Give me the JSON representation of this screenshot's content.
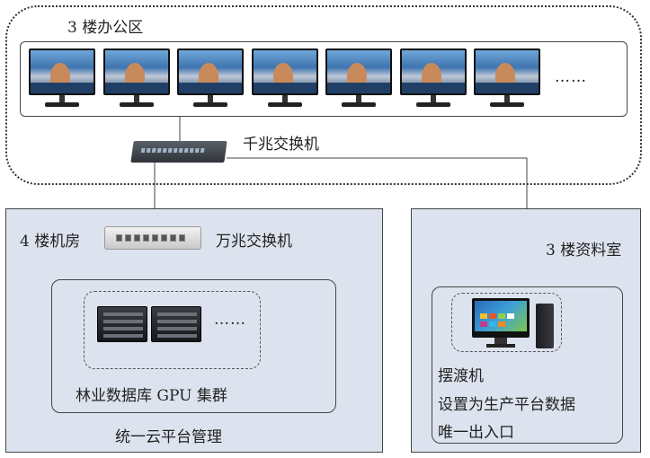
{
  "office": {
    "title": "3 楼办公区",
    "monitor_count": 7,
    "ellipsis": "……"
  },
  "gigabit_switch": {
    "label": "千兆交换机"
  },
  "server_room": {
    "title": "4 楼机房",
    "switch_label": "万兆交换机",
    "cluster_label": "林业数据库 GPU 集群",
    "ellipsis": "……",
    "footer": "统一云平台管理"
  },
  "archive_room": {
    "title": "3 楼资料室",
    "ferry_title": "摆渡机",
    "ferry_line1": "设置为生产平台数据",
    "ferry_line2": "唯一出入口"
  },
  "colors": {
    "zone_fill": "#dde3ee",
    "border": "#333333"
  },
  "icons": [
    "monitor-icon",
    "gigabit-switch-icon",
    "10g-switch-icon",
    "gpu-server-icon",
    "desktop-pc-icon"
  ]
}
